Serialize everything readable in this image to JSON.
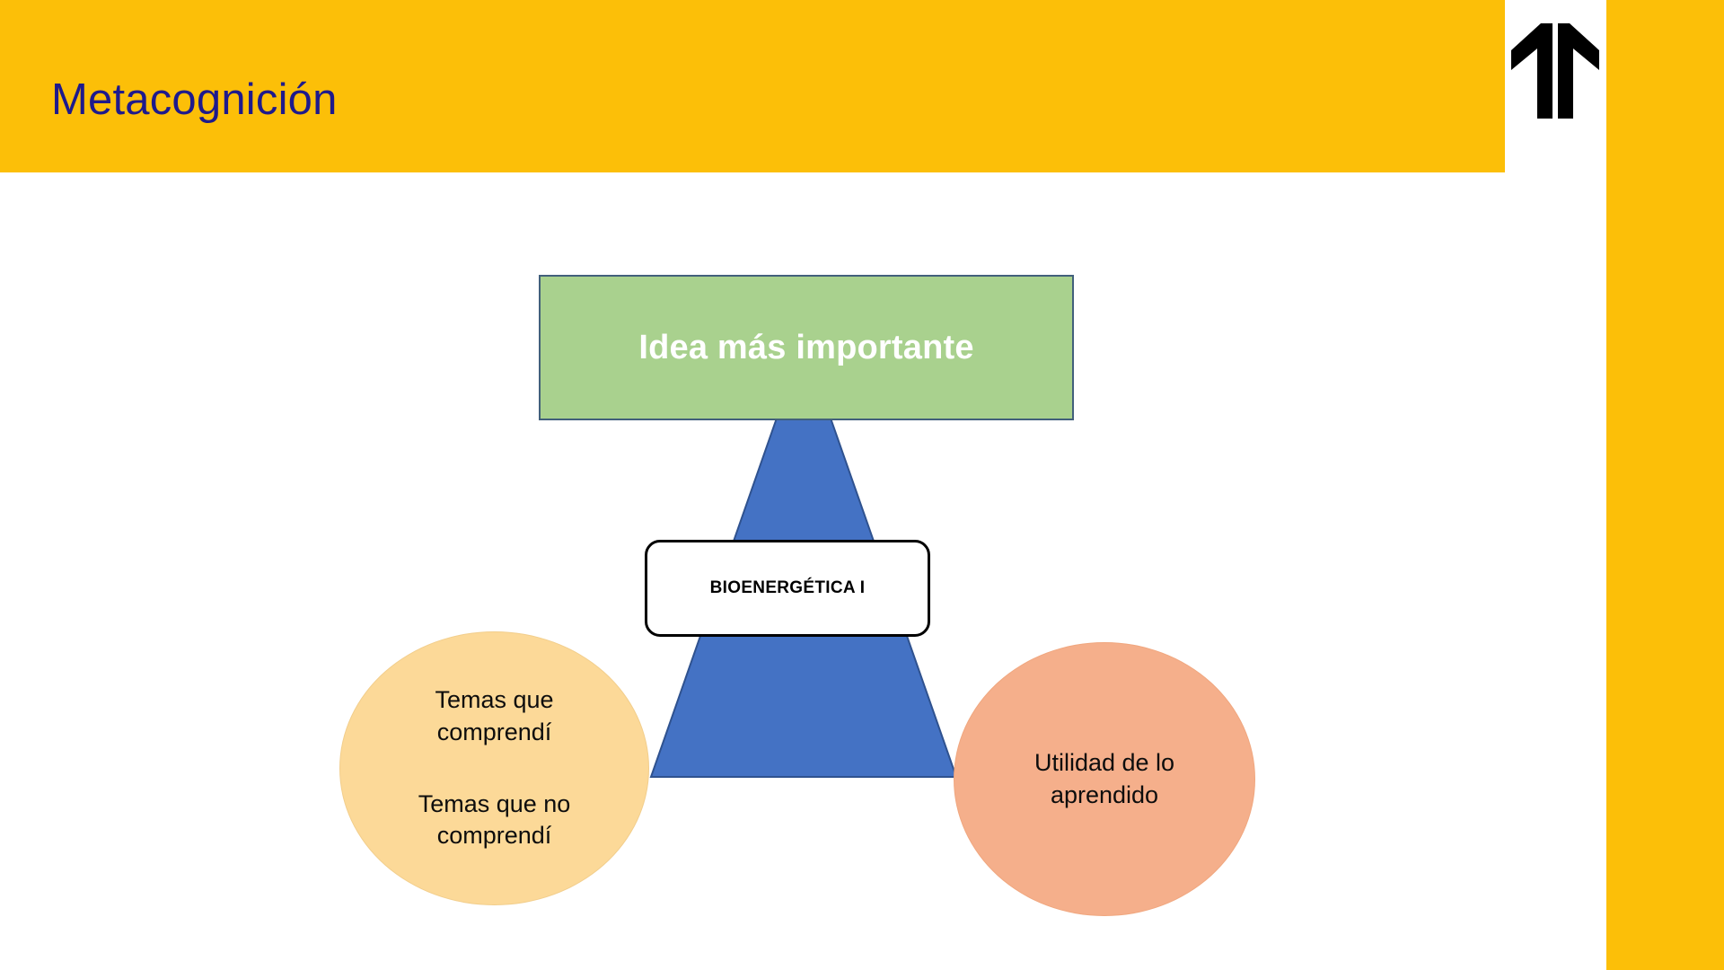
{
  "slide": {
    "title": "Metacognición",
    "background_color": "#FFFFFF",
    "accent_color": "#FCBF08",
    "title_color": "#1E1A8C"
  },
  "logo": {
    "name": "double-up-arrow-logo",
    "arrow_color": "#000000",
    "panel_color": "#FFFFFF"
  },
  "diagram": {
    "type": "metacognition-triangle",
    "idea_box": {
      "label": "Idea más importante",
      "fill": "#A9D18E",
      "border": "#42607B",
      "text_color": "#FFFFFF"
    },
    "triangle": {
      "fill": "#4472C4",
      "border": "#2F528F"
    },
    "topic_box": {
      "label": "BIOENERGÉTICA I",
      "fill": "#FFFFFF",
      "border": "#000000",
      "text_color": "#000000"
    },
    "ellipse_left": {
      "line1": "Temas que",
      "line2": "comprendí",
      "line3": "Temas que no",
      "line4": "comprendí",
      "fill": "#FCD998",
      "text_color": "#0D0D0D"
    },
    "ellipse_right": {
      "line1": "Utilidad de lo",
      "line2": "aprendido",
      "fill": "#F5AF8B",
      "text_color": "#0D0D0D"
    }
  }
}
